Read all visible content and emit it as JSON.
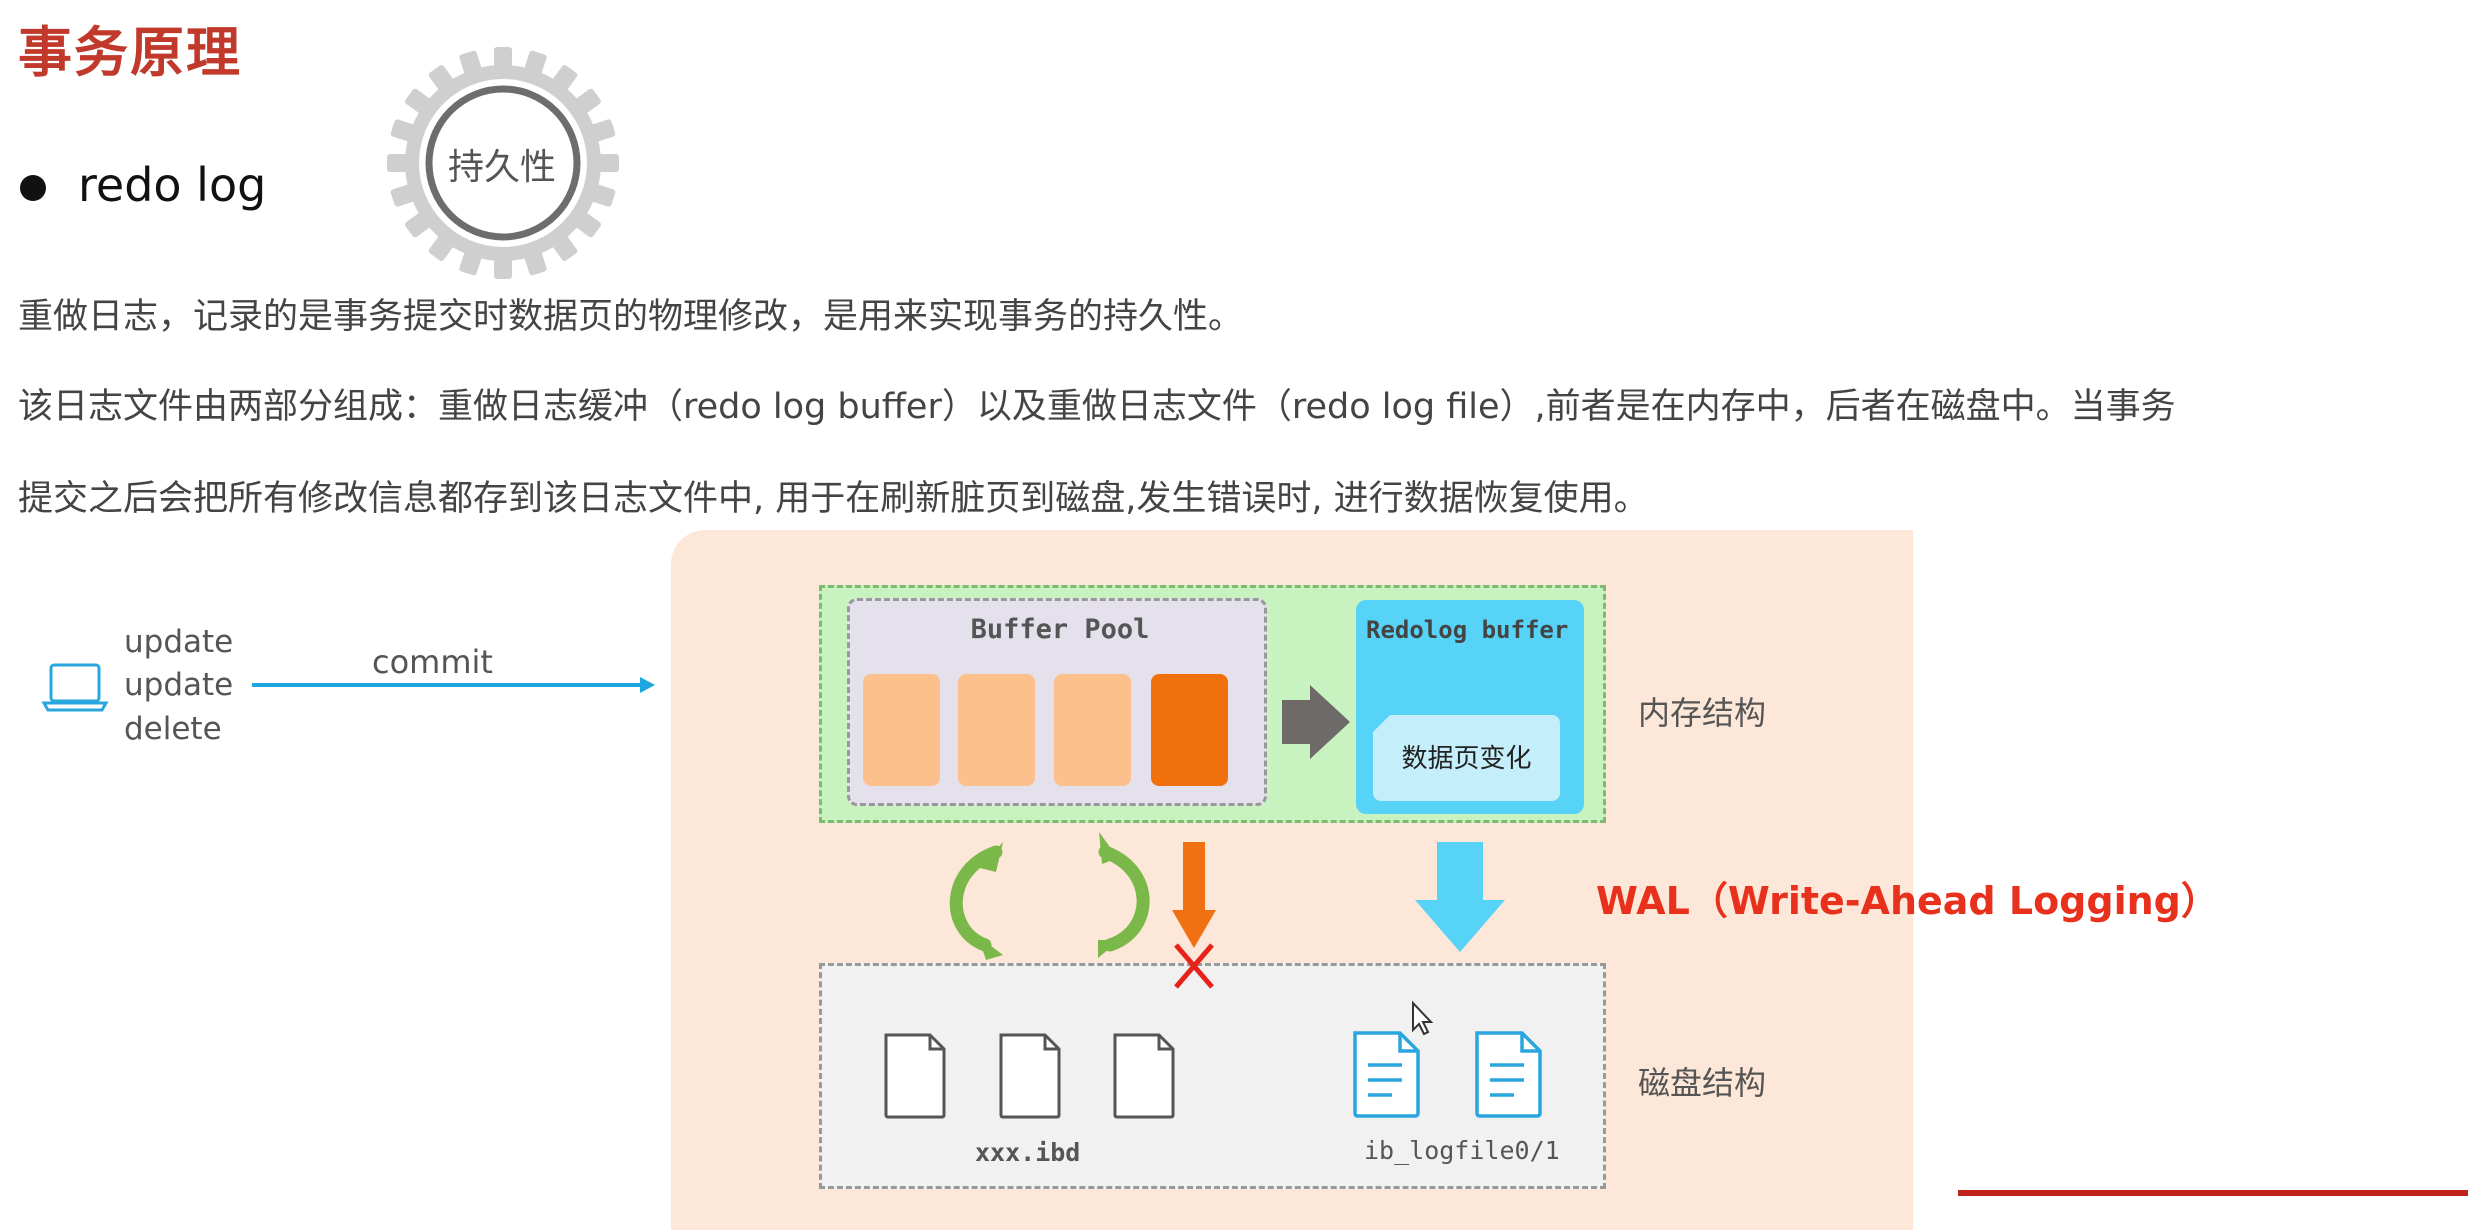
{
  "title": "事务原理",
  "bullet": "redo log",
  "gear_label": "持久性",
  "paragraphs": [
    "重做日志，记录的是事务提交时数据页的物理修改，是用来实现事务的持久性。",
    "该日志文件由两部分组成：重做日志缓冲（redo log buffer）以及重做日志文件（redo log file）,前者是在内存中，后者在磁盘中。当事务",
    "提交之后会把所有修改信息都存到该日志文件中, 用于在刷新脏页到磁盘,发生错误时, 进行数据恢复使用。"
  ],
  "client": {
    "operations": [
      "update",
      "update",
      "delete"
    ],
    "commit_label": "commit",
    "icon": "laptop-icon"
  },
  "memory": {
    "buffer_pool_title": "Buffer Pool",
    "redolog_buffer_title": "Redolog buffer",
    "redolog_inner_label": "数据页变化",
    "label": "内存结构"
  },
  "wal_label": "WAL（Write-Ahead Logging）",
  "disk": {
    "ibd_label": "xxx.ibd",
    "logfile_label": "ib_logfile0/1",
    "label": "磁盘结构"
  },
  "colors": {
    "title": "#c0392b",
    "wal": "#e8311c",
    "panel": "#fde7d8",
    "memory_bg": "#c9f2c1",
    "buffer_pool_bg": "#e4e0ec",
    "page_light": "#fbc08c",
    "page_dirty": "#f0700c",
    "redolog_bg": "#56d3f7",
    "commit_arrow": "#1da6e0",
    "green_arrows": "#7bb84a"
  }
}
